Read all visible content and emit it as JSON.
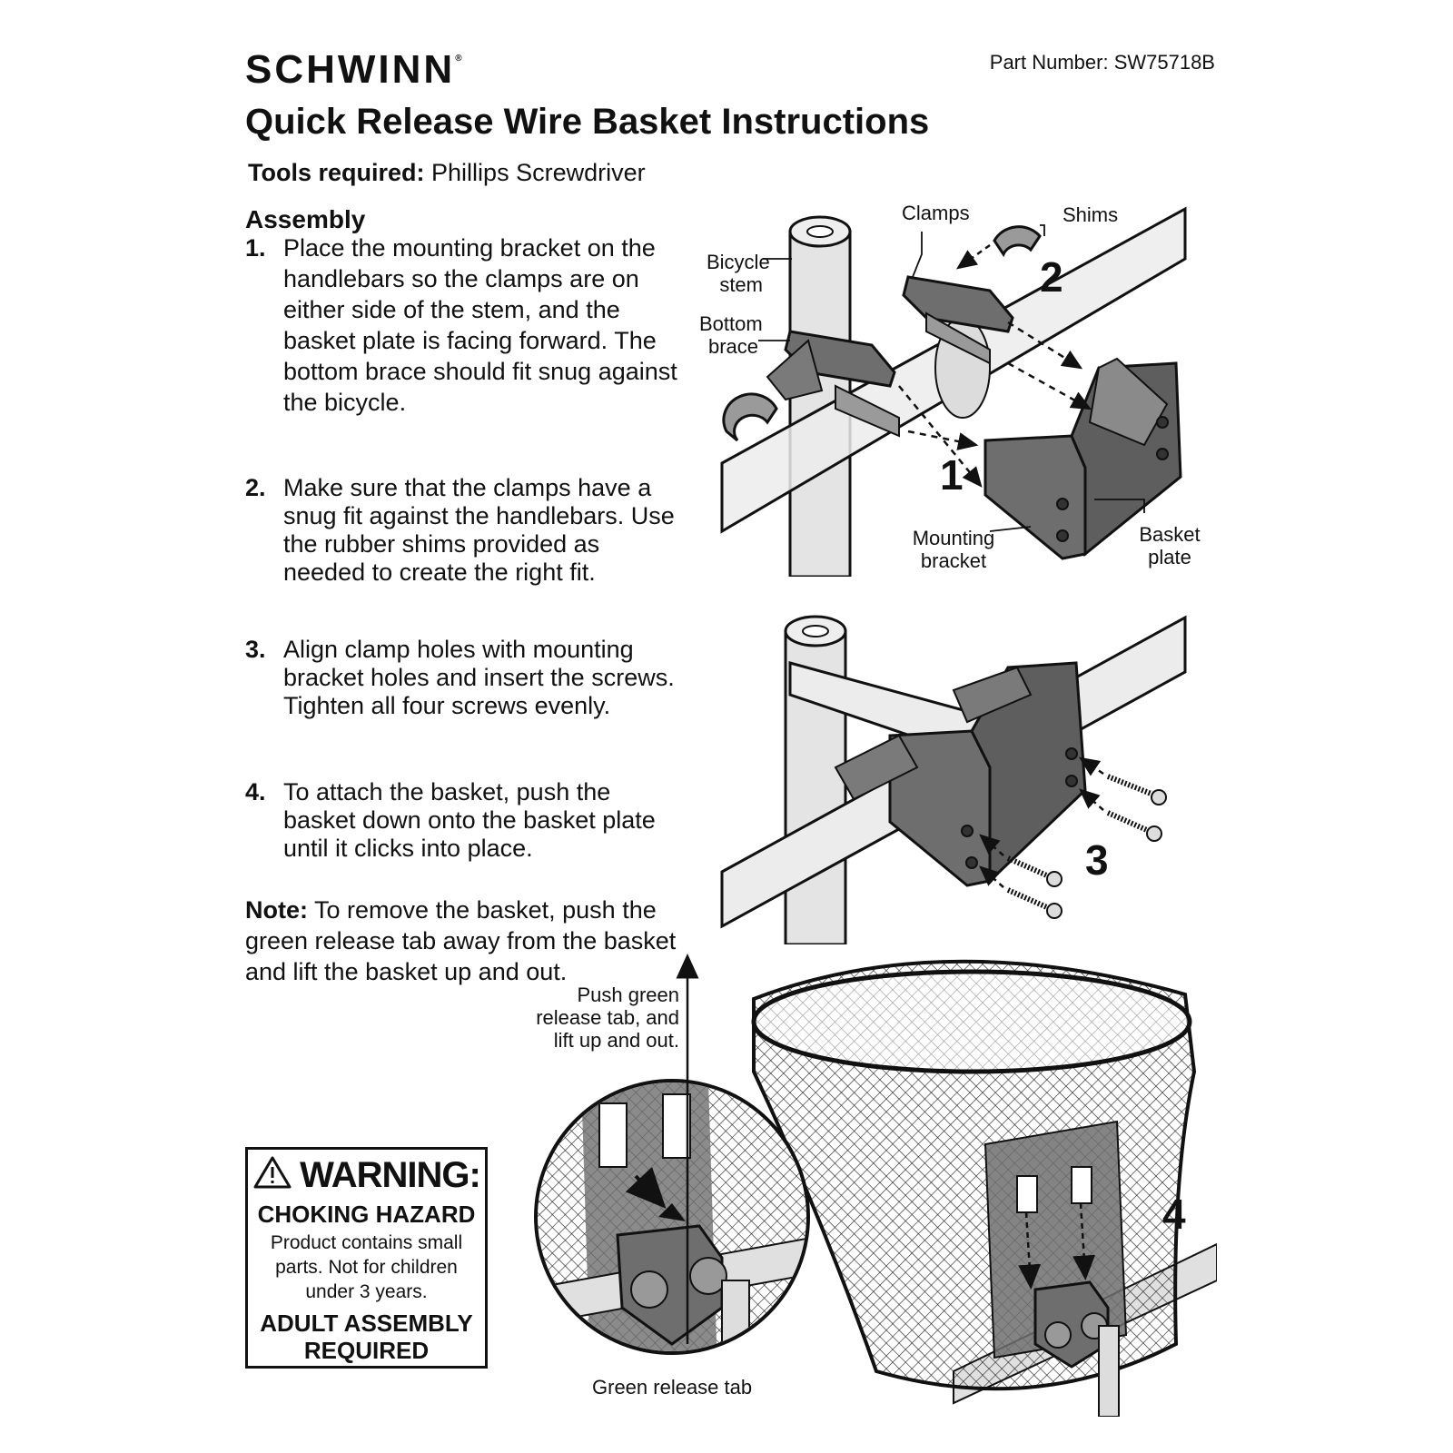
{
  "header": {
    "brand": "SCHWINN",
    "part_number": "Part Number: SW75718B",
    "title": "Quick Release Wire Basket Instructions",
    "tools_label": "Tools required:",
    "tools_value": "Phillips Screwdriver"
  },
  "assembly": {
    "heading": "Assembly",
    "steps": [
      {
        "num": "1.",
        "text": "Place the mounting bracket on the handlebars so the clamps are on either side of the stem, and the basket plate is facing forward. The bottom brace should fit snug against the bicycle."
      },
      {
        "num": "2.",
        "text": "Make sure that the clamps have a snug fit against the handlebars. Use the rubber shims provided as needed to create the right fit."
      },
      {
        "num": "3.",
        "text": "Align clamp holes with mounting bracket holes and insert the screws. Tighten all four screws evenly."
      },
      {
        "num": "4.",
        "text": "To attach the basket, push the basket down onto the basket plate until it clicks into place."
      }
    ]
  },
  "note": {
    "label": "Note:",
    "text": "To remove the basket, push the green release tab away from the basket and lift the basket up and out."
  },
  "warning": {
    "heading": "WARNING:",
    "subheading": "CHOKING HAZARD",
    "body_lines": [
      "Product contains small",
      "parts. Not for children",
      "under 3 years."
    ],
    "footer_lines": [
      "ADULT ASSEMBLY",
      "REQUIRED"
    ]
  },
  "diagram1": {
    "labels": {
      "clamps": "Clamps",
      "shims": "Shims",
      "bicycle_stem": [
        "Bicycle",
        "stem"
      ],
      "bottom_brace": [
        "Bottom",
        "brace"
      ],
      "mounting_bracket": [
        "Mounting",
        "bracket"
      ],
      "basket_plate": [
        "Basket",
        "plate"
      ]
    },
    "step_numbers": [
      "1",
      "2"
    ]
  },
  "diagram2": {
    "step_number": "3"
  },
  "diagram3": {
    "step_number": "4",
    "push_label": [
      "Push green",
      "release tab, and",
      "lift up and out."
    ],
    "tab_label": "Green release tab"
  },
  "colors": {
    "ink": "#111111",
    "part_gray": "#6e6e6e",
    "bar_gray": "#e4e4e4"
  }
}
